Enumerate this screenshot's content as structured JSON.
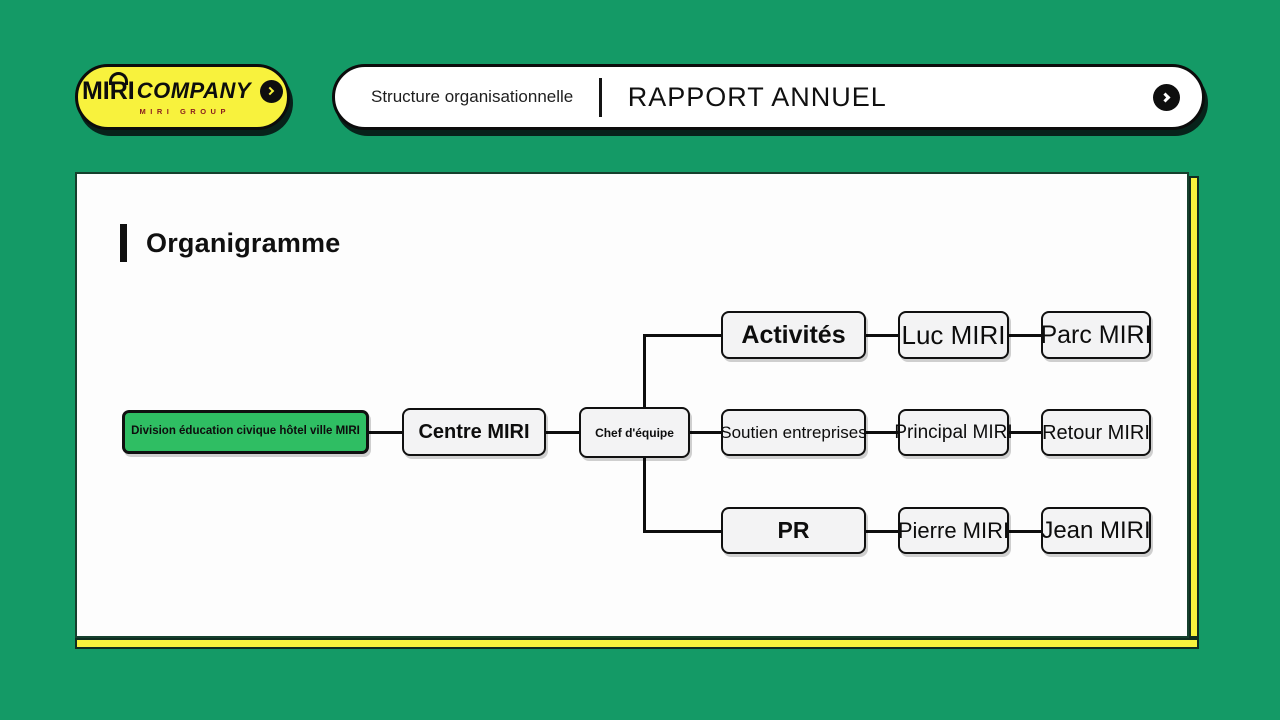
{
  "header": {
    "brand": {
      "wordmark": "MIRI",
      "wordmark_suffix": "COMPANY",
      "subtitle": "MIRI GROUP"
    },
    "breadcrumb": "Structure organisationnelle",
    "page_title": "RAPPORT ANNUEL"
  },
  "main": {
    "section_title": "Organigramme"
  },
  "org_chart": {
    "type": "org-chart",
    "nodes": {
      "root": "Division éducation civique hôtel ville MIRI",
      "center": "Centre MIRI",
      "manager": "Chef d'équipe"
    },
    "branches": [
      {
        "lead": "Activités",
        "members": [
          "Luc MIRI",
          "Parc MIRI"
        ]
      },
      {
        "lead": "Soutien entreprises",
        "members": [
          "Principal MIRI",
          "Retour MIRI"
        ]
      },
      {
        "lead": "PR",
        "members": [
          "Pierre MIRI",
          "Jean MIRI"
        ]
      }
    ]
  },
  "colors": {
    "background": "#149a66",
    "accent_yellow": "#f8f23d",
    "node_green": "#2fbe63",
    "node_gray": "#f3f3f4",
    "ink": "#0e0e0e",
    "brand_subtitle_red": "#8a1e1e"
  }
}
